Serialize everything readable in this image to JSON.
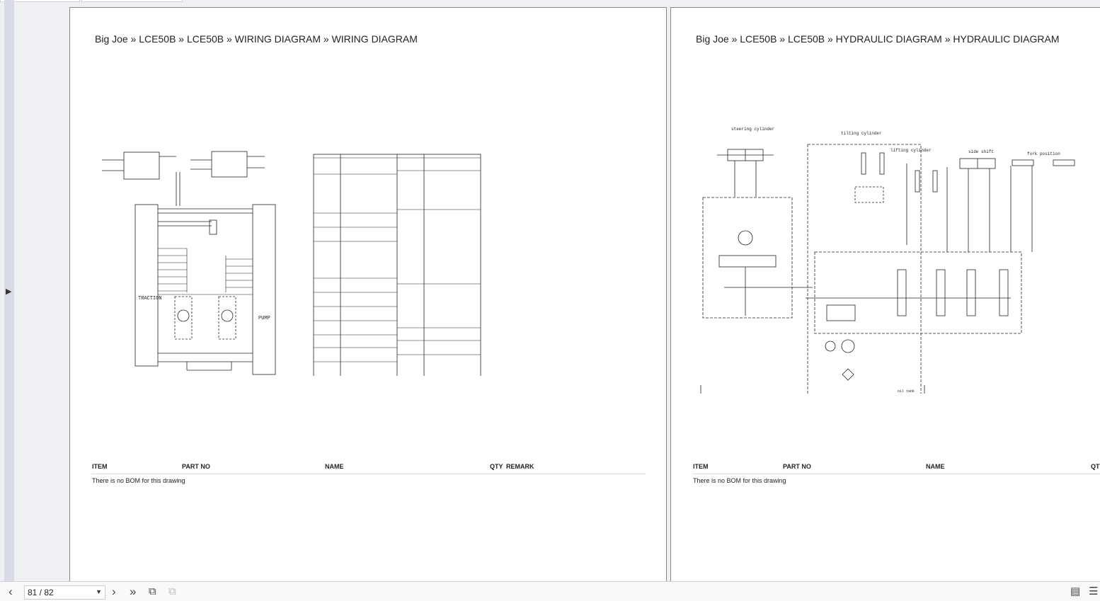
{
  "viewer": {
    "page_indicator": "81 / 82",
    "icons": [
      "chevron-left-icon",
      "chevron-right-icon",
      "double-chevron-right-icon",
      "copy-page-icon",
      "paste-page-icon",
      "single-page-view-icon",
      "continuous-view-icon"
    ]
  },
  "pages": [
    {
      "breadcrumb": "Big Joe » LCE50B » LCE50B » WIRING DIAGRAM » WIRING DIAGRAM",
      "diagram_labels": {
        "traction": "TRACTION",
        "pump": "PUMP"
      },
      "bom": {
        "headers": {
          "item": "ITEM",
          "part_no": "PART NO",
          "name": "NAME",
          "qty": "QTY",
          "remark": "REMARK"
        },
        "note": "There is no BOM for this drawing"
      }
    },
    {
      "breadcrumb": "Big Joe » LCE50B » LCE50B » HYDRAULIC DIAGRAM » HYDRAULIC DIAGRAM",
      "diagram_labels": {
        "steering": "steering cylinder",
        "tilting": "tilting cylinder",
        "lifting": "lifting cylinder",
        "side_shift": "side shift",
        "fork": "fork position",
        "tank": "oil tank"
      },
      "bom": {
        "headers": {
          "item": "ITEM",
          "part_no": "PART NO",
          "name": "NAME",
          "qty": "QTY"
        },
        "note": "There is no BOM for this drawing"
      }
    }
  ]
}
